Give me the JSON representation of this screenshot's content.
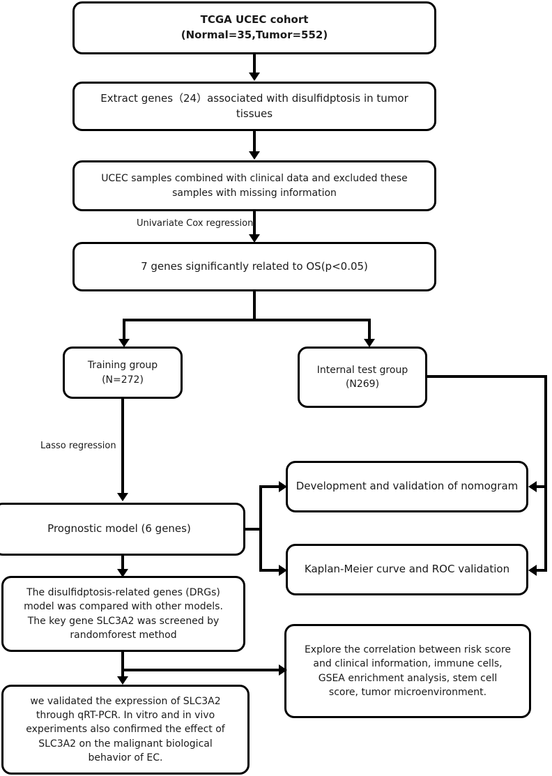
{
  "diagram": {
    "title": "TCGA UCEC disulfidptosis prognostic model study workflow",
    "type": "flowchart",
    "colors": {
      "stroke": "#000000",
      "background": "#ffffff",
      "text": "#1a1a1a"
    },
    "nodes": [
      {
        "id": "cohort",
        "label": "TCGA UCEC cohort\n(Normal=35,Tumor=552)"
      },
      {
        "id": "extract-genes",
        "label": "Extract genes（24）associated with disulfidptosis in tumor tissues"
      },
      {
        "id": "clinical-combine",
        "label": "UCEC samples combined with clinical data and excluded these samples with missing information"
      },
      {
        "id": "seven-genes",
        "label": "7 genes significantly related to OS(p<0.05)"
      },
      {
        "id": "training-group",
        "label": "Training group\n(N=272)"
      },
      {
        "id": "internal-test-group",
        "label": "Internal test group\n(N269)"
      },
      {
        "id": "prognostic-model",
        "label": "Prognostic model (6 genes)"
      },
      {
        "id": "nomogram",
        "label": "Development and validation of nomogram"
      },
      {
        "id": "km-roc",
        "label": "Kaplan-Meier curve and ROC validation"
      },
      {
        "id": "drg-model",
        "label": "The disulfidptosis-related genes (DRGs) model was compared with other models. The key gene SLC3A2 was screened by randomforest method"
      },
      {
        "id": "explore-correlation",
        "label": "Explore the correlation between risk score and clinical information, immune cells, GSEA enrichment analysis, stem cell score, tumor microenvironment."
      },
      {
        "id": "validation-experiments",
        "label": "we validated the expression of SLC3A2 through qRT-PCR. In vitro and in vivo experiments also confirmed the effect of SLC3A2 on the malignant biological behavior of EC."
      }
    ],
    "edge_labels": [
      {
        "id": "univariate-cox",
        "label": "Univariate Cox regression"
      },
      {
        "id": "lasso",
        "label": "Lasso regression"
      }
    ]
  }
}
